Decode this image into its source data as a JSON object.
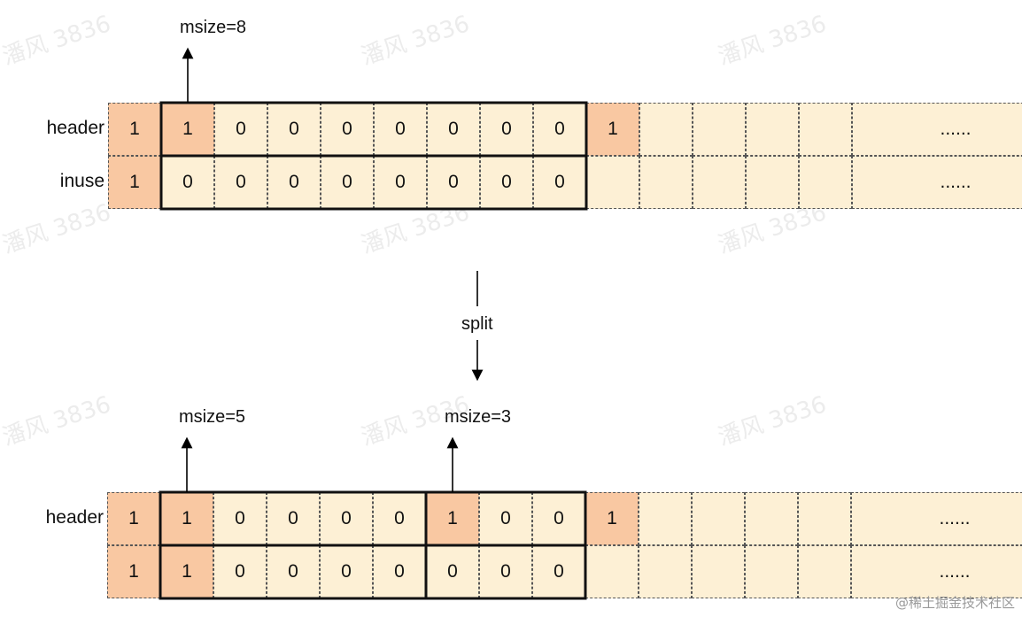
{
  "colors": {
    "light": "#fdf0d5",
    "dark": "#f9c8a2",
    "dash_border": "#555555",
    "group_border": "#111111"
  },
  "watermark_text": "潘风 3836",
  "footer_text": "@稀土掘金技术社区",
  "split_label": "split",
  "diagrams": [
    {
      "rows": [
        {
          "label": "header",
          "cells": [
            "1",
            "1",
            "0",
            "0",
            "0",
            "0",
            "0",
            "0",
            "0",
            "1",
            "",
            "",
            "",
            ""
          ],
          "last": "......"
        },
        {
          "label": "inuse",
          "cells": [
            "1",
            "0",
            "0",
            "0",
            "0",
            "0",
            "0",
            "0",
            "0",
            "",
            "",
            "",
            "",
            ""
          ],
          "last": "......"
        }
      ],
      "groups": [
        {
          "label": "msize=8",
          "start": 1,
          "size": 8
        }
      ]
    },
    {
      "rows": [
        {
          "label": "header",
          "cells": [
            "1",
            "1",
            "0",
            "0",
            "0",
            "0",
            "1",
            "0",
            "0",
            "1",
            "",
            "",
            "",
            ""
          ],
          "last": "......"
        },
        {
          "label": "",
          "cells": [
            "1",
            "1",
            "0",
            "0",
            "0",
            "0",
            "0",
            "0",
            "0",
            "",
            "",
            "",
            "",
            ""
          ],
          "last": "......"
        }
      ],
      "groups": [
        {
          "label": "msize=5",
          "start": 1,
          "size": 5
        },
        {
          "label": "msize=3",
          "start": 6,
          "size": 3
        }
      ]
    }
  ],
  "dark_cells": [
    [
      [
        0,
        0
      ],
      [
        0,
        1
      ],
      [
        0,
        9
      ],
      [
        1,
        0
      ]
    ],
    [
      [
        0,
        0
      ],
      [
        0,
        1
      ],
      [
        0,
        6
      ],
      [
        0,
        9
      ],
      [
        1,
        0
      ],
      [
        1,
        1
      ]
    ]
  ]
}
